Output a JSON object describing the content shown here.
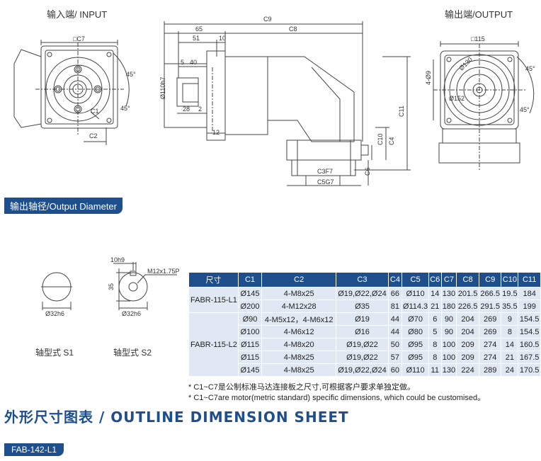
{
  "input_label": "输入端/ INPUT",
  "output_label": "输出端/OUTPUT",
  "output_diameter_tag": "输出轴径/Output Diameter",
  "drawing_dims": {
    "c7": "□C7",
    "c2": "C2",
    "c1": "C1",
    "angle_45": "45°",
    "c9": "C9",
    "c8": "C8",
    "d65": "65",
    "d51": "51",
    "d10": "10",
    "d5": "5",
    "d40": "40",
    "d28": "28",
    "d2": "2",
    "d12": "12",
    "dia110": "Ø110h7",
    "c11": "C11",
    "c10": "C10",
    "c4": "C4",
    "c6": "C6",
    "c3": "C3F7",
    "c5": "C5G7",
    "sq115": "□115",
    "dia130": "Ø130",
    "dia9": "4-Ø9",
    "dia152": "Ø152"
  },
  "shaft": {
    "s1_dia": "Ø32h6",
    "s2_dia": "Ø32h6",
    "s2_key": "10h9",
    "s2_depth": "35",
    "s2_thread": "M12x1.75P",
    "s1_label": "轴型式  S1",
    "s2_label": "轴型式  S2"
  },
  "table": {
    "headers": [
      "尺寸",
      "C1",
      "C2",
      "C3",
      "C4",
      "C5",
      "C6",
      "C7",
      "C8",
      "C9",
      "C10",
      "C11"
    ],
    "groups": [
      {
        "model": "FABR-115-L1",
        "rows": [
          [
            "Ø145",
            "4-M8x25",
            "Ø19,Ø22,Ø24",
            "66",
            "Ø110",
            "14",
            "130",
            "201.5",
            "266.5",
            "19.5",
            "184"
          ],
          [
            "Ø200",
            "4-M12x28",
            "Ø35",
            "81",
            "Ø114.3",
            "21",
            "180",
            "226.5",
            "291.5",
            "35.5",
            "199"
          ]
        ]
      },
      {
        "model": "FABR-115-L2",
        "rows": [
          [
            "Ø90",
            "4-M5x12，4-M6x12",
            "Ø19",
            "44",
            "Ø70",
            "6",
            "90",
            "204",
            "269",
            "9",
            "154.5"
          ],
          [
            "Ø100",
            "4-M6x12",
            "Ø16",
            "44",
            "Ø80",
            "5",
            "90",
            "204",
            "269",
            "8",
            "154.5"
          ],
          [
            "Ø115",
            "4-M8x20",
            "Ø19,Ø22",
            "50",
            "Ø95",
            "8",
            "100",
            "209",
            "274",
            "14",
            "160.5"
          ],
          [
            "Ø115",
            "4-M8x25",
            "Ø19,Ø22",
            "57",
            "Ø95",
            "8",
            "100",
            "209",
            "274",
            "21",
            "167.5"
          ],
          [
            "Ø145",
            "4-M8x25",
            "Ø19,Ø22,Ø24",
            "60",
            "Ø110",
            "11",
            "130",
            "224",
            "289",
            "24",
            "170.5"
          ]
        ]
      }
    ]
  },
  "notes": [
    "* C1~C7是公制标准马达连接板之尺寸,可根据客户要求单独定做。",
    "* C1~C7are motor(metric standard)  specific dimensions, which could be customised。"
  ],
  "sheet_title": "外形尺寸图表 / OUTLINE DIMENSION SHEET",
  "model_tag": "FAB-142-L1",
  "colors": {
    "accent": "#1e4f8c",
    "table_bg": "#dfe8f3"
  }
}
